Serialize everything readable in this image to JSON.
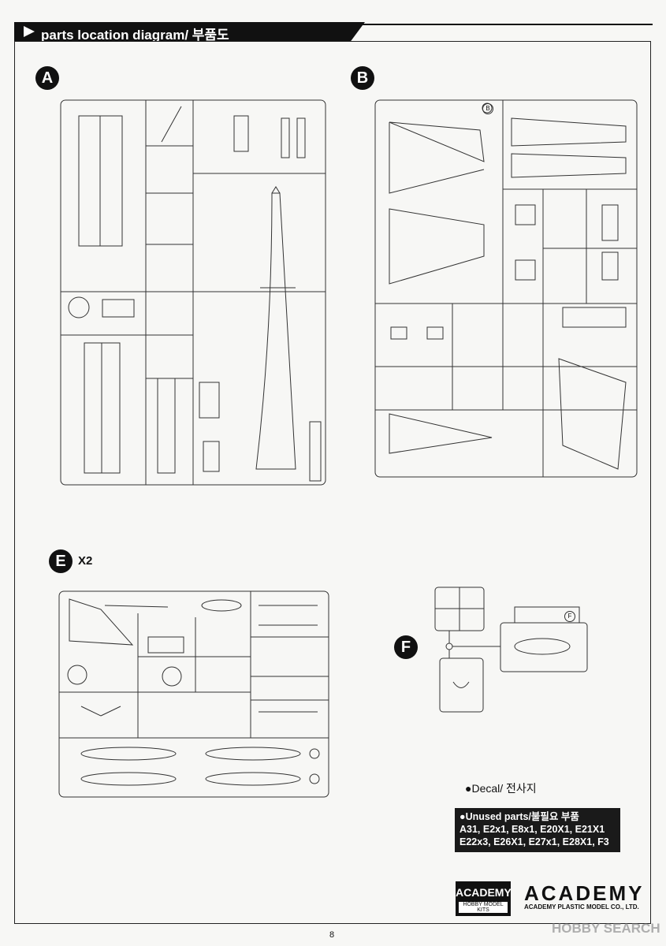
{
  "header": {
    "title": "parts location diagram/ 부품도"
  },
  "sprues": {
    "a": {
      "label": "A"
    },
    "b": {
      "label": "B",
      "tag": "B"
    },
    "e": {
      "label": "E",
      "multiplier": "X2"
    },
    "f": {
      "label": "F",
      "tag": "F"
    }
  },
  "decal": {
    "label": "Decal/ 전사지"
  },
  "unused": {
    "title": "Unused parts/불필요 부품",
    "line1": "A31, E2x1, E8x1, E20X1, E21X1",
    "line2": "E22x3, E26X1, E27x1, E28X1, F3"
  },
  "brand": {
    "logo_small": "ACADEMY",
    "logo_small_sub": "HOBBY MODEL KITS",
    "logo_big": "ACADEMY",
    "company": "ACADEMY PLASTIC MODEL CO., LTD."
  },
  "footer": {
    "page_number": "8"
  },
  "watermark": "HOBBY SEARCH"
}
